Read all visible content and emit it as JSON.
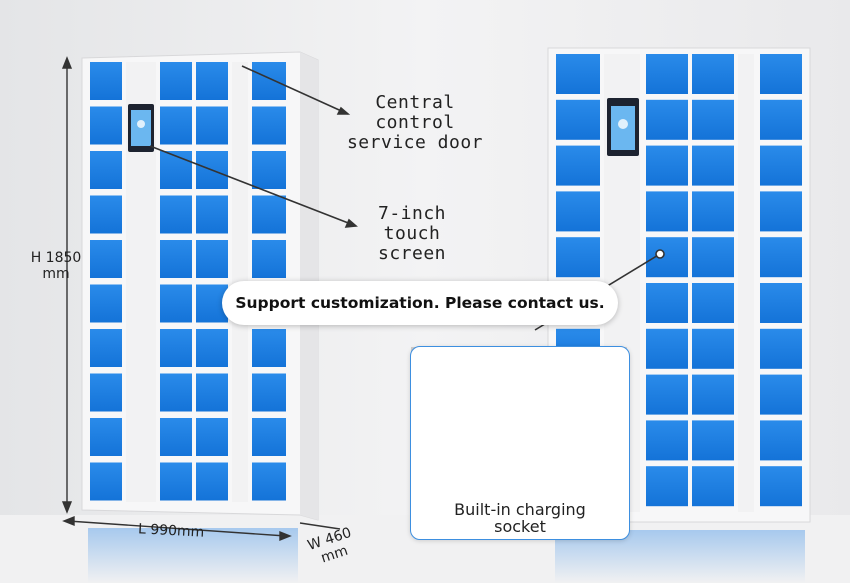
{
  "labels": {
    "service_door": [
      "Central",
      "control",
      "service door"
    ],
    "touch_screen": [
      "7-inch",
      "touch",
      "screen"
    ]
  },
  "dimensions": {
    "height": [
      "H 1850",
      "mm"
    ],
    "length": "L 990mm",
    "width": [
      "W 460",
      "mm"
    ]
  },
  "banner": {
    "text": "Support customization. Please contact us."
  },
  "inset": {
    "caption": [
      "Built-in charging",
      "socket"
    ]
  },
  "colors": {
    "door_blue": "#1a80e4",
    "frame": "#f4f4f5",
    "accent_border": "#3d8fe0"
  }
}
